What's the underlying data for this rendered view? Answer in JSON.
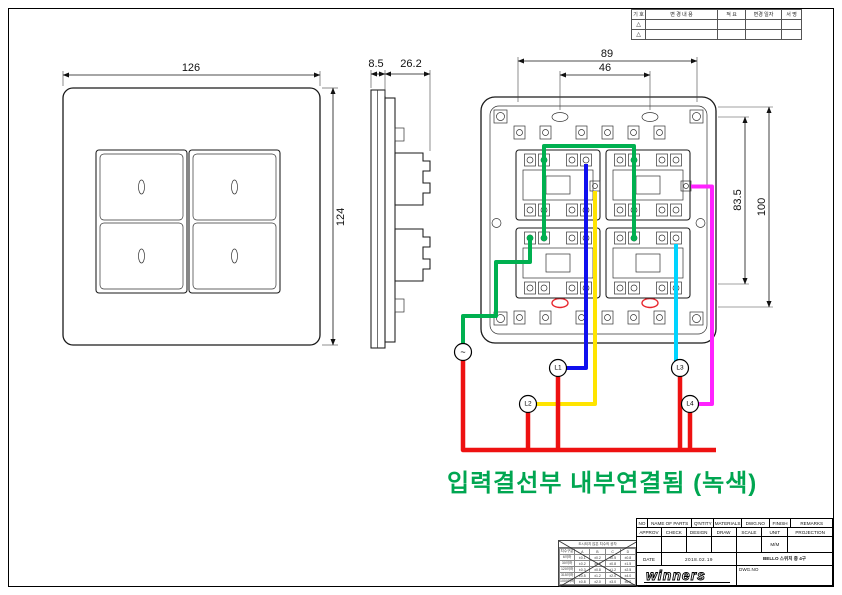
{
  "revision_table": {
    "headers": [
      "기 호",
      "변 경 내 용",
      "적 요",
      "변경 일자",
      "서 명"
    ],
    "rows": [
      {
        "symbol": "△",
        "content": "",
        "note": "",
        "date": "",
        "sign": ""
      },
      {
        "symbol": "△",
        "content": "",
        "note": "",
        "date": "",
        "sign": ""
      }
    ]
  },
  "front_view": {
    "dim_width": "126",
    "dim_height": "124"
  },
  "side_view": {
    "dim_thickness": "8.5",
    "dim_depth": "26.2"
  },
  "rear_view": {
    "dim_top_outer": "89",
    "dim_top_inner": "46",
    "dim_right_inner": "83.5",
    "dim_right_outer": "100",
    "common_label": "~",
    "load_labels": [
      "L1",
      "L2",
      "L3",
      "L4"
    ]
  },
  "note": {
    "text": "입력결선부 내부연결됨 (녹색)",
    "color": "#00a651"
  },
  "wire_colors": {
    "green": "#00b050",
    "blue": "#1010ee",
    "yellow": "#ffe400",
    "red": "#ee1111",
    "magenta": "#ff22ff",
    "cyan": "#00d4ff"
  },
  "tolerance_table": {
    "title": "도시되지 않은 치수의 공차",
    "headers": [
      "치수구분",
      "A",
      "B",
      "C",
      "D"
    ],
    "rows": [
      [
        "6이하",
        "±0.1",
        "±0.2",
        "±0.5",
        "±0.8"
      ],
      [
        "30이하",
        "±0.2",
        "±0.5",
        "±0.8",
        "±1.5"
      ],
      [
        "120이하",
        "±0.3",
        "±0.8",
        "±1.2",
        "±2.5"
      ],
      [
        "315이하",
        "±0.5",
        "±1.2",
        "±2.0",
        "±4.0"
      ],
      [
        "1000이하",
        "±0.8",
        "±2.0",
        "±3.0",
        "±6.0"
      ]
    ]
  },
  "title_block": {
    "row1": [
      "NO",
      "NAME OF PARTS",
      "Q'NTITY",
      "MATERIALS",
      "DWG.NO",
      "FINISH",
      "REMARKS"
    ],
    "row2": [
      "APPROV",
      "CHECK",
      "DESIGN",
      "DRAW",
      "SCALE",
      "UNIT",
      "PROJECTION"
    ],
    "unit_value": "M/M",
    "date_label": "DATE",
    "date_value": "2018.02.19",
    "product_name": "BELLO 스위치 중 4구",
    "logo": "winners",
    "dwg_no_label": "DWG.NO"
  }
}
